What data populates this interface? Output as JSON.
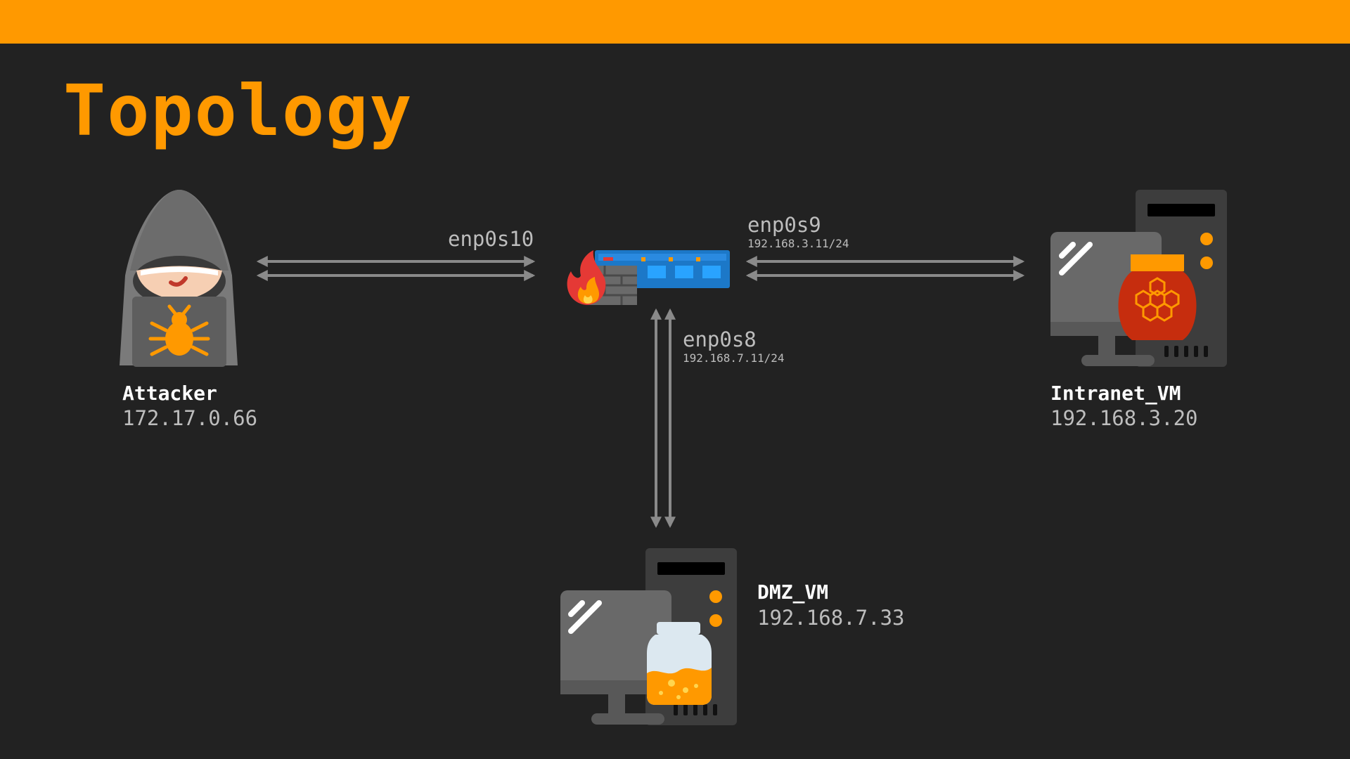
{
  "slide": {
    "title": "Topology"
  },
  "colors": {
    "accent": "#ff9900",
    "background": "#222222",
    "line": "#8a8a8a",
    "text_primary": "#ffffff",
    "text_secondary": "#bdbdbd"
  },
  "nodes": {
    "attacker": {
      "name": "Attacker",
      "ip": "172.17.0.66",
      "icon": "hacker-laptop-icon"
    },
    "firewall": {
      "icon": "firewall-switch-icon"
    },
    "intranet": {
      "name": "Intranet_VM",
      "ip": "192.168.3.20",
      "icon": "computer-honeypot-icon"
    },
    "dmz": {
      "name": "DMZ_VM",
      "ip": "192.168.7.33",
      "icon": "computer-honey-jar-icon"
    }
  },
  "links": {
    "attacker_fw": {
      "iface": "enp0s10",
      "ip": ""
    },
    "fw_intranet": {
      "iface": "enp0s9",
      "ip": "192.168.3.11/24"
    },
    "fw_dmz": {
      "iface": "enp0s8",
      "ip": "192.168.7.11/24"
    }
  }
}
